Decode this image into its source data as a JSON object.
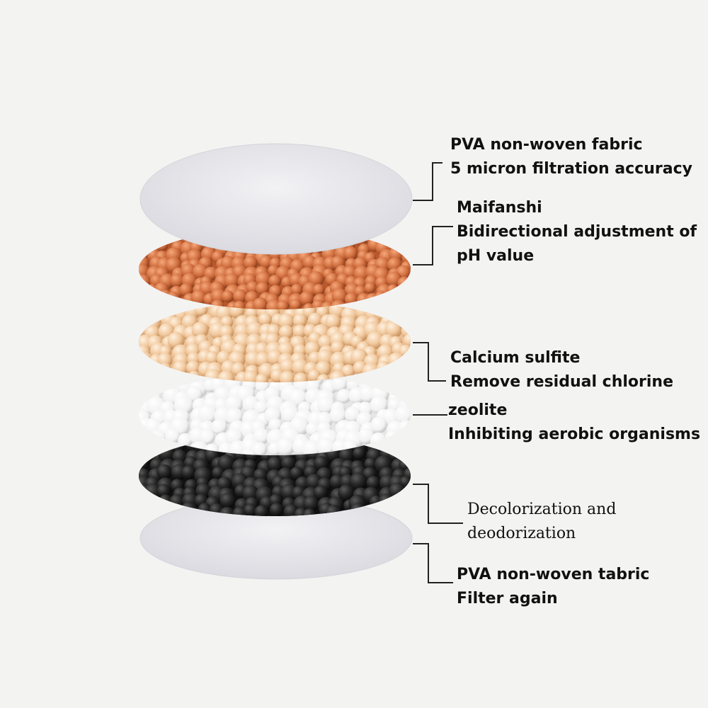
{
  "layers": [
    {
      "name": "pva-top",
      "lines": [
        "PVA non-woven fabric",
        "5 micron filtration accuracy"
      ]
    },
    {
      "name": "maifanshi",
      "lines": [
        "Maifanshi",
        "Bidirectional adjustment of",
        "pH value"
      ]
    },
    {
      "name": "calcium-sulfite",
      "lines": [
        "Calcium sulfite",
        "Remove residual chlorine"
      ]
    },
    {
      "name": "zeolite",
      "lines": [
        "zeolite",
        "Inhibiting aerobic organisms"
      ]
    },
    {
      "name": "activated-carbon",
      "lines": [
        "Decolorization and",
        "deodorization"
      ]
    },
    {
      "name": "pva-bottom",
      "lines": [
        "PVA non-woven tabric",
        "Filter again"
      ]
    }
  ],
  "colors": {
    "background": "#f3f3f2",
    "fabric": "#e8e8ec",
    "maifanshi": "#c96b3c",
    "calcium_sulfite": "#f0c9a0",
    "zeolite": "#f7f7f7",
    "carbon": "#1c1c1c",
    "text": "#111111"
  }
}
